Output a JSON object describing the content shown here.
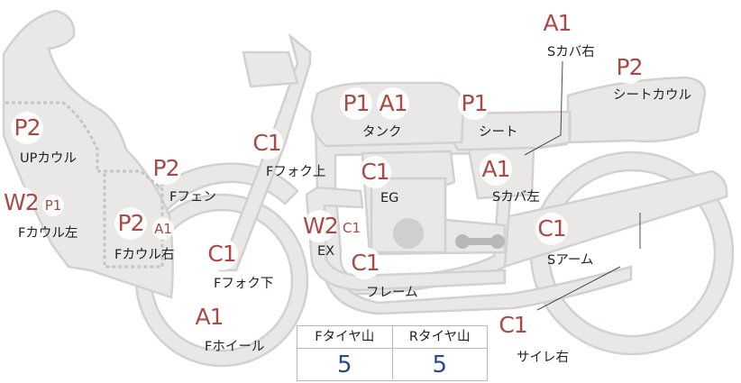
{
  "colors": {
    "part_fill": "#e9e8e6",
    "part_stroke": "#d2d1cf",
    "grade_text": "#a84a48",
    "tread_value": "#2b4a86"
  },
  "grades": {
    "s_cover_right": "A1",
    "seat_cowl": "P2",
    "tank_p": "P1",
    "tank_a": "A1",
    "seat": "P1",
    "up_cowl": "P2",
    "fork_upper": "C1",
    "s_cover_left": "A1",
    "engine": "C1",
    "fender": "P2",
    "cowl_left_main": "W2",
    "cowl_left_sub": "P1",
    "cowl_right_main": "P2",
    "cowl_right_sub": "A1",
    "exhaust_main": "W2",
    "exhaust_sub": "C1",
    "swingarm": "C1",
    "fork_lower": "C1",
    "frame": "C1",
    "front_wheel": "A1",
    "silencer_right": "C1"
  },
  "labels": {
    "s_cover_right": "Sカバ右",
    "seat_cowl": "シートカウル",
    "tank": "タンク",
    "seat": "シート",
    "up_cowl": "UPカウル",
    "fork_upper": "Fフォク上",
    "s_cover_left": "Sカバ左",
    "engine": "EG",
    "fender": "Fフェン",
    "cowl_left": "Fカウル左",
    "cowl_right": "Fカウル右",
    "exhaust": "EX",
    "swingarm": "Sアーム",
    "fork_lower": "Fフォク下",
    "frame": "フレーム",
    "front_wheel": "Fホイール",
    "silencer_right": "サイレ右"
  },
  "tread": {
    "front_header": "Fタイヤ山",
    "rear_header": "Rタイヤ山",
    "front_value": "5",
    "rear_value": "5"
  }
}
